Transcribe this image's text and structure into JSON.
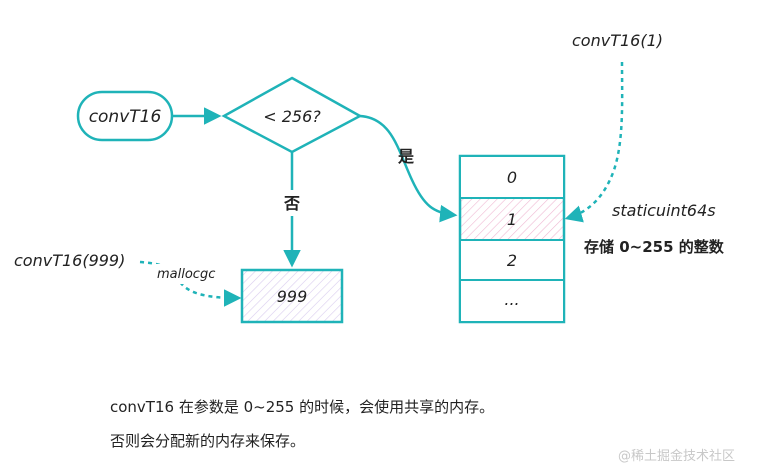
{
  "nodes": {
    "start": "convT16",
    "decision": "< 256?",
    "alloc_box": "999",
    "call_one": "convT16(1)",
    "call_999": "convT16(999)",
    "mallocgc": "mallocgc",
    "static_name": "staticuint64s",
    "static_desc": "存储 0~255 的整数"
  },
  "edges": {
    "yes": "是",
    "no": "否"
  },
  "array_cells": [
    "0",
    "1",
    "2",
    "..."
  ],
  "notes": [
    "convT16 在参数是 0~255 的时候，会使用共享的内存。",
    "否则会分配新的内存来保存。"
  ],
  "watermark": "@稀土掘金技术社区",
  "colors": {
    "teal": "#1fb3b8",
    "hatch_pink": "#e58bb5",
    "hatch_purple": "#b8a0e0",
    "text": "#222222",
    "watermark": "#c8c8c8"
  }
}
